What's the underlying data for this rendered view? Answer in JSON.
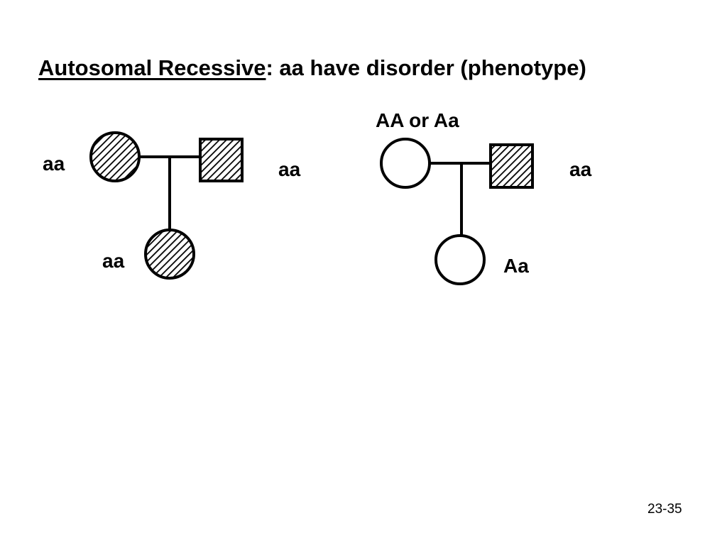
{
  "title": {
    "underlined": "Autosomal Recessive",
    "rest": ": aa have disorder (phenotype)"
  },
  "pedigree_left": {
    "mother_genotype": "aa",
    "father_genotype": "aa",
    "child_genotype": "aa",
    "mother_affected": true,
    "father_affected": true,
    "child_affected": true
  },
  "pedigree_right": {
    "mother_genotype": "AA or Aa",
    "father_genotype": "aa",
    "child_genotype": "Aa",
    "mother_affected": false,
    "father_affected": true,
    "child_affected": false
  },
  "slide_number": "23-35",
  "colors": {
    "ink": "#000000",
    "background": "#ffffff"
  }
}
